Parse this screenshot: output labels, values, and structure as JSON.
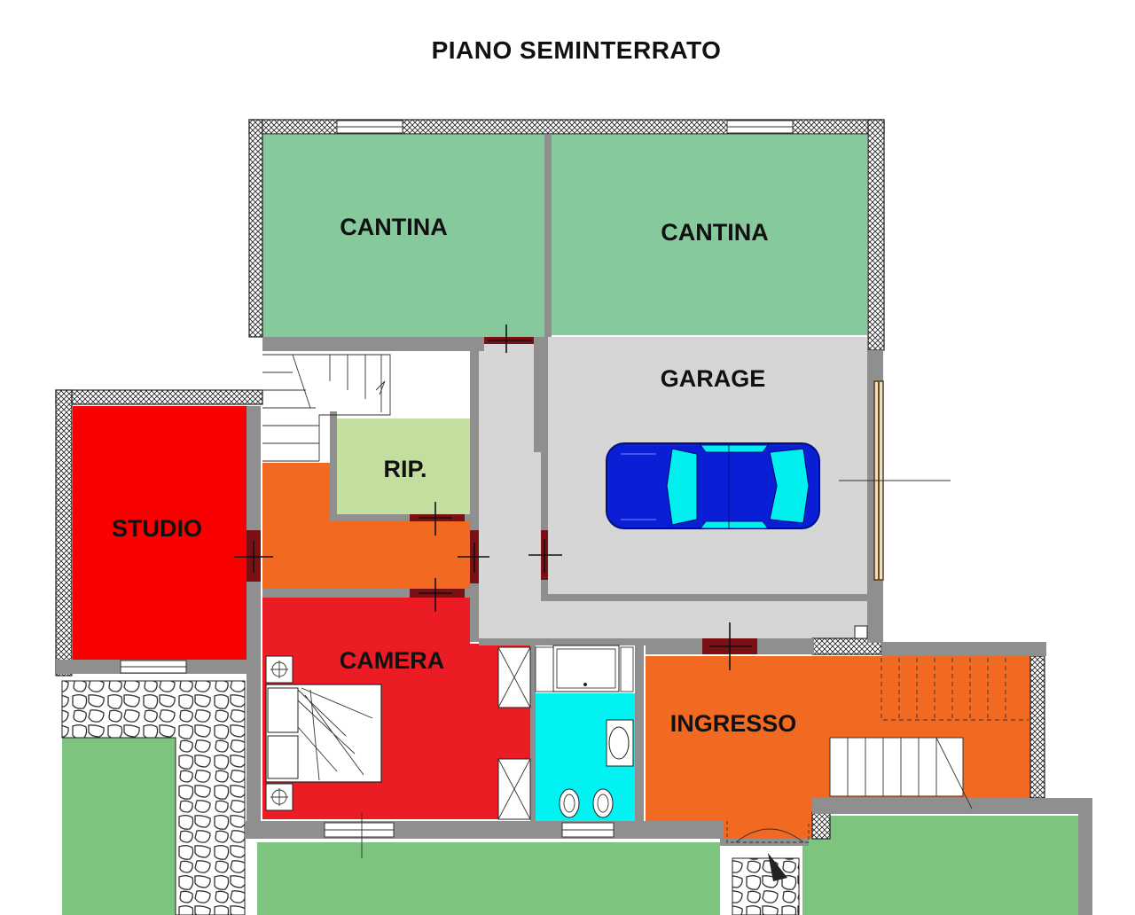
{
  "title": "PIANO  SEMINTERRATO",
  "rooms": {
    "cantina_1": {
      "label": "CANTINA",
      "color": "#86c99c"
    },
    "cantina_2": {
      "label": "CANTINA",
      "color": "#86c99c"
    },
    "garage": {
      "label": "GARAGE",
      "color": "#d6d6d6"
    },
    "studio": {
      "label": "STUDIO",
      "color": "#fb0000"
    },
    "ripostiglio": {
      "label": "RIP.",
      "color": "#c4dea0"
    },
    "corridoio": {
      "color": "#f26a22"
    },
    "camera": {
      "label": "CAMERA",
      "color": "#ec1c24"
    },
    "bagno": {
      "color": "#00f2f2"
    },
    "ingresso": {
      "label": "INGRESSO",
      "color": "#f26a22"
    },
    "giardino": {
      "color": "#7dc47e"
    }
  },
  "car": {
    "body_color": "#0a1ed6",
    "glass_color": "#00f0f0"
  },
  "icons": [
    "car-icon",
    "stair-icon",
    "bed-icon",
    "toilet-icon",
    "sink-icon",
    "door-mark-icon"
  ]
}
